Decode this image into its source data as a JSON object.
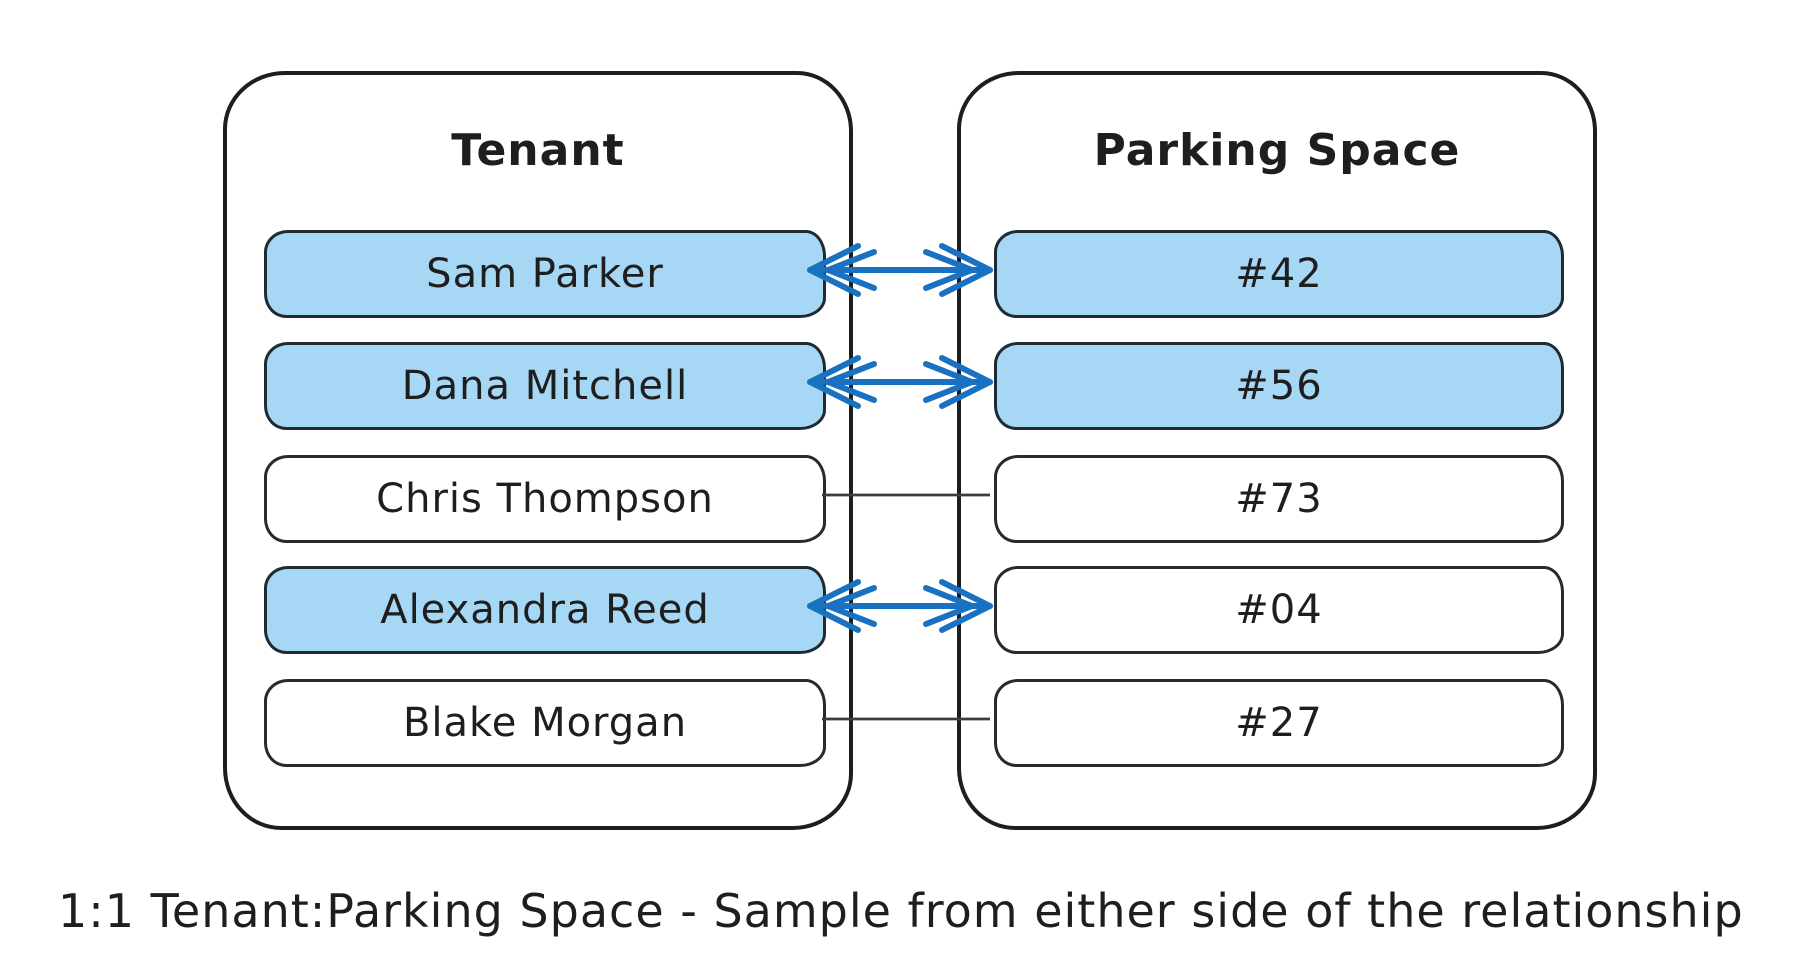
{
  "left_entity": {
    "title": "Tenant",
    "rows": [
      {
        "label": "Sam Parker",
        "highlighted": true
      },
      {
        "label": "Dana Mitchell",
        "highlighted": true
      },
      {
        "label": "Chris Thompson",
        "highlighted": false
      },
      {
        "label": "Alexandra Reed",
        "highlighted": true
      },
      {
        "label": "Blake Morgan",
        "highlighted": false
      }
    ]
  },
  "right_entity": {
    "title": "Parking Space",
    "rows": [
      {
        "label": "#42",
        "highlighted": true
      },
      {
        "label": "#56",
        "highlighted": true
      },
      {
        "label": "#73",
        "highlighted": false
      },
      {
        "label": "#04",
        "highlighted": false
      },
      {
        "label": "#27",
        "highlighted": false
      }
    ]
  },
  "links": [
    {
      "from": "Sam Parker",
      "to": "#42",
      "double": true
    },
    {
      "from": "Dana Mitchell",
      "to": "#56",
      "double": true
    },
    {
      "from": "Chris Thompson",
      "to": "#73",
      "double": false
    },
    {
      "from": "Alexandra Reed",
      "to": "#04",
      "double": true
    },
    {
      "from": "Blake Morgan",
      "to": "#27",
      "double": false
    }
  ],
  "caption": "1:1 Tenant:Parking Space - Sample from either side of the relationship",
  "colors": {
    "highlight_fill": "#a6d7f5",
    "arrow_blue": "#1971c2",
    "stroke_dark": "#1e1e1e",
    "background": "#ffffff"
  }
}
